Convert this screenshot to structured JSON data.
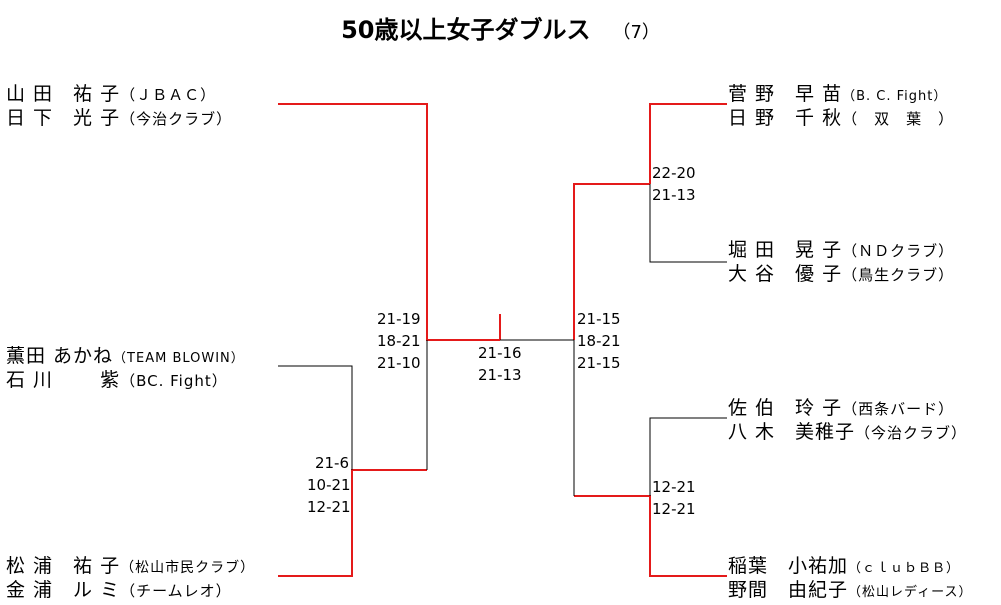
{
  "title": "50歳以上女子ダブルス",
  "subtitle": "（7）",
  "players": [
    {
      "name": "山 田　祐 子",
      "club": "（ＪＢＡＣ）"
    },
    {
      "name": "日 下　光 子",
      "club": "（今治クラブ）"
    },
    {
      "name": "薫田 あかね",
      "club": "（TEAM BLOWIN）"
    },
    {
      "name": "石 川　　 紫",
      "club": "（BC. Fight）"
    },
    {
      "name": "松 浦　祐 子",
      "club": "（松山市民クラブ）"
    },
    {
      "name": "金 浦　ル ミ",
      "club": "（チームレオ）"
    },
    {
      "name": "菅 野　早 苗",
      "club": "（B. C. Fight）"
    },
    {
      "name": "日 野　千 秋",
      "club": "（　双　葉　）"
    },
    {
      "name": "堀 田　晃 子",
      "club": "（ＮＤクラブ）"
    },
    {
      "name": "大 谷　優 子",
      "club": "（鳥生クラブ）"
    },
    {
      "name": "佐 伯　玲 子",
      "club": "（西条バード）"
    },
    {
      "name": "八 木　美稚子",
      "club": "（今治クラブ）"
    },
    {
      "name": "稲葉　小祐加",
      "club": "（ｃｌｕｂＢＢ）"
    },
    {
      "name": "野間　由紀子",
      "club": "（松山レディース）"
    }
  ],
  "scores": {
    "left_sf": "21-6\n10-21\n12-21",
    "left_final": "21-19\n18-21\n21-10",
    "final": "21-16\n21-13",
    "right_top": "22-20\n21-13",
    "right_final": "21-15\n18-21\n21-15",
    "right_bottom": "12-21\n12-21"
  },
  "colors": {
    "winner_line": "#e41a1a",
    "loser_line": "#000000"
  }
}
